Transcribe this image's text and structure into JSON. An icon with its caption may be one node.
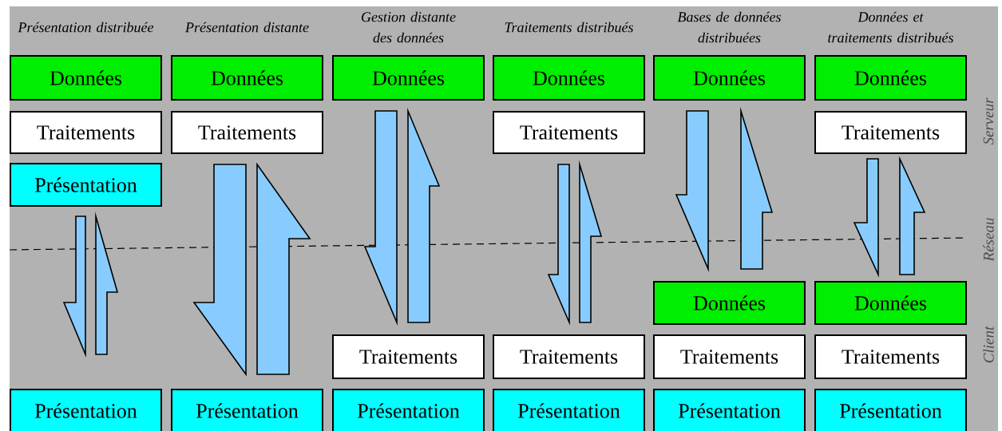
{
  "diagram": {
    "nodes": [
      {
        "text": [
          "Données"
        ]
      },
      {
        "text": [
          "Données"
        ]
      },
      {
        "text": [
          "Données"
        ]
      },
      {
        "text": [
          "Données"
        ]
      },
      {
        "text": [
          "Données"
        ]
      },
      {
        "text": [
          "Données"
        ]
      },
      {
        "text": [
          "Traitements"
        ]
      },
      {
        "text": [
          "Traitements"
        ]
      },
      {
        "text": [
          "Traitements"
        ]
      },
      {
        "text": [
          "Traitements"
        ]
      },
      {
        "text": [
          "Présentation"
        ]
      },
      {
        "text": [
          "Données"
        ]
      },
      {
        "text": [
          "Données"
        ]
      },
      {
        "text": [
          "Traitements"
        ]
      },
      {
        "text": [
          "Traitements"
        ]
      },
      {
        "text": [
          "Traitements"
        ]
      },
      {
        "text": [
          "Traitements"
        ]
      },
      {
        "text": [
          "Présentation"
        ]
      },
      {
        "text": [
          "Présentation"
        ]
      },
      {
        "text": [
          "Présentation"
        ]
      },
      {
        "text": [
          "Présentation"
        ]
      },
      {
        "text": [
          "Présentation"
        ]
      },
      {
        "text": [
          "Présentation"
        ]
      }
    ],
    "edges": [
      {
        "from": 10,
        "to": 17,
        "arrow": "to"
      },
      {
        "from": 17,
        "to": 10,
        "arrow": "to"
      },
      {
        "from": 7,
        "to": 18,
        "arrow": "to"
      },
      {
        "from": 18,
        "to": 7,
        "arrow": "to"
      },
      {
        "from": 2,
        "to": 13,
        "arrow": "to"
      },
      {
        "from": 13,
        "to": 2,
        "arrow": "to"
      },
      {
        "from": 8,
        "to": 14,
        "arrow": "to"
      },
      {
        "from": 14,
        "to": 8,
        "arrow": "to"
      },
      {
        "from": 4,
        "to": 11,
        "arrow": "to"
      },
      {
        "from": 11,
        "to": 4,
        "arrow": "to"
      },
      {
        "from": 9,
        "to": 12,
        "arrow": "to"
      },
      {
        "from": 12,
        "to": 9,
        "arrow": "to"
      }
    ],
    "labels": [
      "Présentation distribuée",
      "Présentation distante",
      "Gestion distante des données",
      "Traitements distribués",
      "Bases de données distribuées",
      "Données et traitements distribués",
      "Serveur",
      "Réseau",
      "Client"
    ]
  }
}
